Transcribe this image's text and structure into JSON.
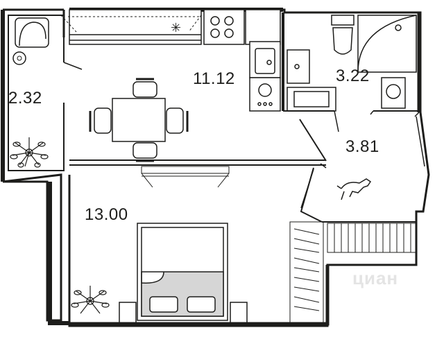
{
  "rooms": {
    "balcony": {
      "area": "2.32"
    },
    "kitchen": {
      "area": "11.12"
    },
    "bathroom": {
      "area": "3.22"
    },
    "hallway": {
      "area": "3.81"
    },
    "bedroom": {
      "area": "13.00"
    }
  },
  "watermark": {
    "text": "циан"
  },
  "colors": {
    "wall": "#1d1d1b",
    "bed_shade": "#d6d6d6",
    "floor": "#ffffff"
  },
  "icons": [
    "chair-icon",
    "dining-table-icon",
    "stove-icon",
    "sink-icon",
    "washing-machine-icon",
    "shower-icon",
    "toilet-icon",
    "plant-icon",
    "dog-icon",
    "bed-icon",
    "pillow-icon",
    "radiator-icon",
    "cabinet-icon",
    "microwave-icon"
  ]
}
